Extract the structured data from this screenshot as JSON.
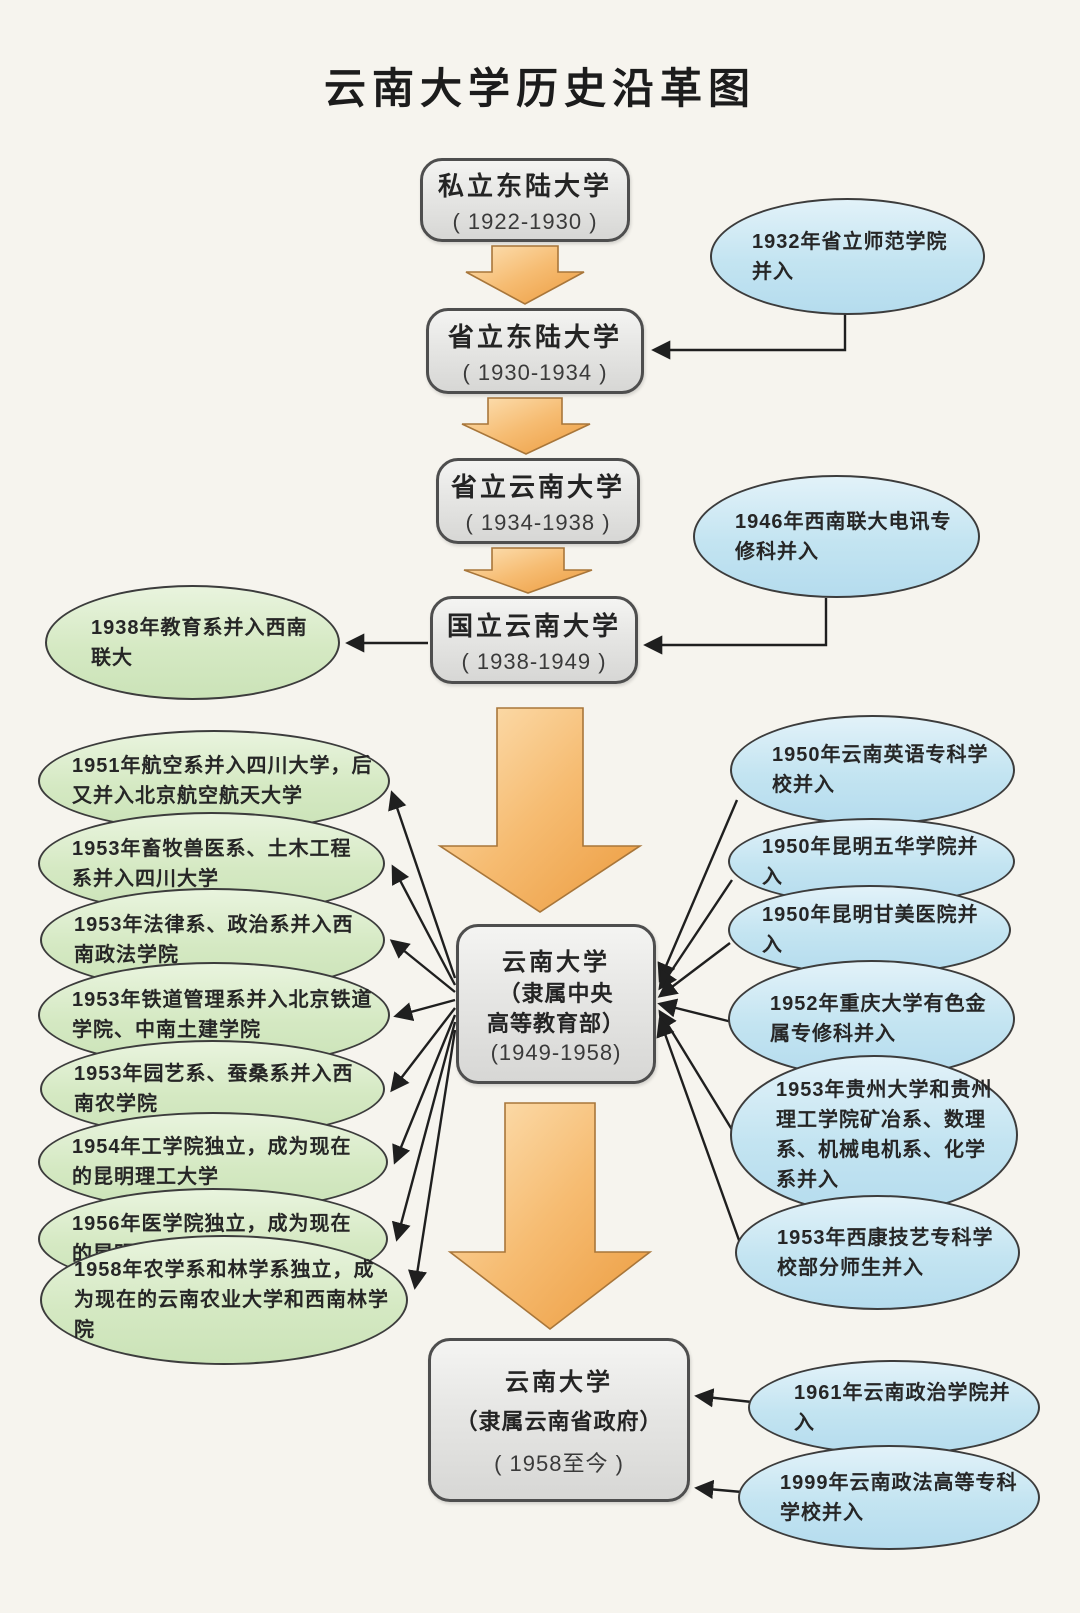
{
  "title": "云南大学历史沿革图",
  "palette": {
    "background": "#f6f4ee",
    "box_fill_top": "#f4f4f2",
    "box_fill_bottom": "#d7d7d5",
    "box_border": "#4e4e4e",
    "green_ellipse_fill": "#d5e9c3",
    "blue_ellipse_fill": "#c3e4f1",
    "ellipse_border": "#3c3c3c",
    "arrow_orange_light": "#fde3b8",
    "arrow_orange_dark": "#ec9b3e",
    "arrow_outline": "#a8763a",
    "connector_line": "#1f1f1f",
    "text": "#242424"
  },
  "main_chain": [
    {
      "name": "私立东陆大学",
      "years": "( 1922-1930 )"
    },
    {
      "name": "省立东陆大学",
      "years": "( 1930-1934 )"
    },
    {
      "name": "省立云南大学",
      "years": "( 1934-1938 )"
    },
    {
      "name": "国立云南大学",
      "years": "( 1938-1949 )"
    },
    {
      "name": "云南大学",
      "affiliation_lines": [
        "（隶属中央",
        "高等教育部）"
      ],
      "years": "(1949-1958)"
    },
    {
      "name": "云南大学",
      "affiliation_lines": [
        "（隶属云南省政府）"
      ],
      "years": "( 1958至今 )"
    }
  ],
  "merged_in": [
    {
      "text": "1932年省立师范学院并入"
    },
    {
      "text": "1946年西南联大电讯专修科并入"
    },
    {
      "text": "1950年云南英语专科学校并入"
    },
    {
      "text": "1950年昆明五华学院并入"
    },
    {
      "text": "1950年昆明甘美医院并入"
    },
    {
      "text": "1952年重庆大学有色金属专修科并入"
    },
    {
      "text": "1953年贵州大学和贵州理工学院矿冶系、数理系、机械电机系、化学系并入"
    },
    {
      "text": "1953年西康技艺专科学校部分师生并入"
    },
    {
      "text": "1961年云南政治学院并入"
    },
    {
      "text": "1999年云南政法高等专科学校并入"
    }
  ],
  "split_out": [
    {
      "text": "1938年教育系并入西南联大"
    },
    {
      "text": "1951年航空系并入四川大学，后又并入北京航空航天大学"
    },
    {
      "text": "1953年畜牧兽医系、土木工程系并入四川大学"
    },
    {
      "text": "1953年法律系、政治系并入西南政法学院"
    },
    {
      "text": "1953年铁道管理系并入北京铁道学院、中南土建学院"
    },
    {
      "text": "1953年园艺系、蚕桑系并入西南农学院"
    },
    {
      "text": "1954年工学院独立，成为现在的昆明理工大学"
    },
    {
      "text": "1956年医学院独立，成为现在的昆明医科大学"
    },
    {
      "text": "1958年农学系和林学系独立，成为现在的云南农业大学和西南林学院"
    }
  ]
}
